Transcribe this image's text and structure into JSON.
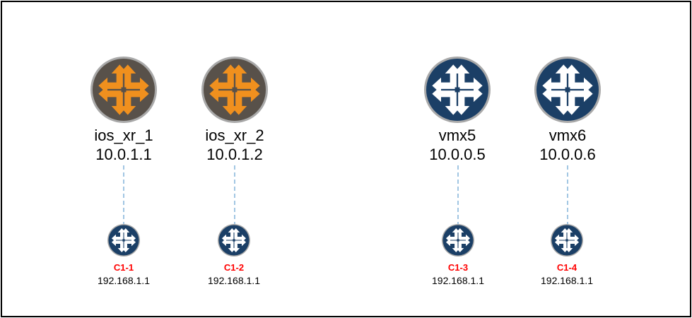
{
  "diagram": {
    "routers": [
      {
        "name": "ios_xr_1",
        "ip": "10.0.1.1",
        "style": "orange",
        "icon": "router-icon"
      },
      {
        "name": "ios_xr_2",
        "ip": "10.0.1.2",
        "style": "orange",
        "icon": "router-icon"
      },
      {
        "name": "vmx5",
        "ip": "10.0.0.5",
        "style": "blue",
        "icon": "router-icon"
      },
      {
        "name": "vmx6",
        "ip": "10.0.0.6",
        "style": "blue",
        "icon": "router-icon"
      }
    ],
    "clients": [
      {
        "name": "C1-1",
        "ip": "192.168.1.1",
        "icon": "router-icon"
      },
      {
        "name": "C1-2",
        "ip": "192.168.1.1",
        "icon": "router-icon"
      },
      {
        "name": "C1-3",
        "ip": "192.168.1.1",
        "icon": "router-icon"
      },
      {
        "name": "C1-4",
        "ip": "192.168.1.1",
        "icon": "router-icon"
      }
    ],
    "colors": {
      "router_gray": "#58514a",
      "router_blue": "#1b3f66",
      "arrow_orange": "#f0901e",
      "arrow_white": "#ffffff",
      "ring": "#a9a9a9",
      "link": "#6fa7d4",
      "client_label": "#ff0000"
    }
  }
}
